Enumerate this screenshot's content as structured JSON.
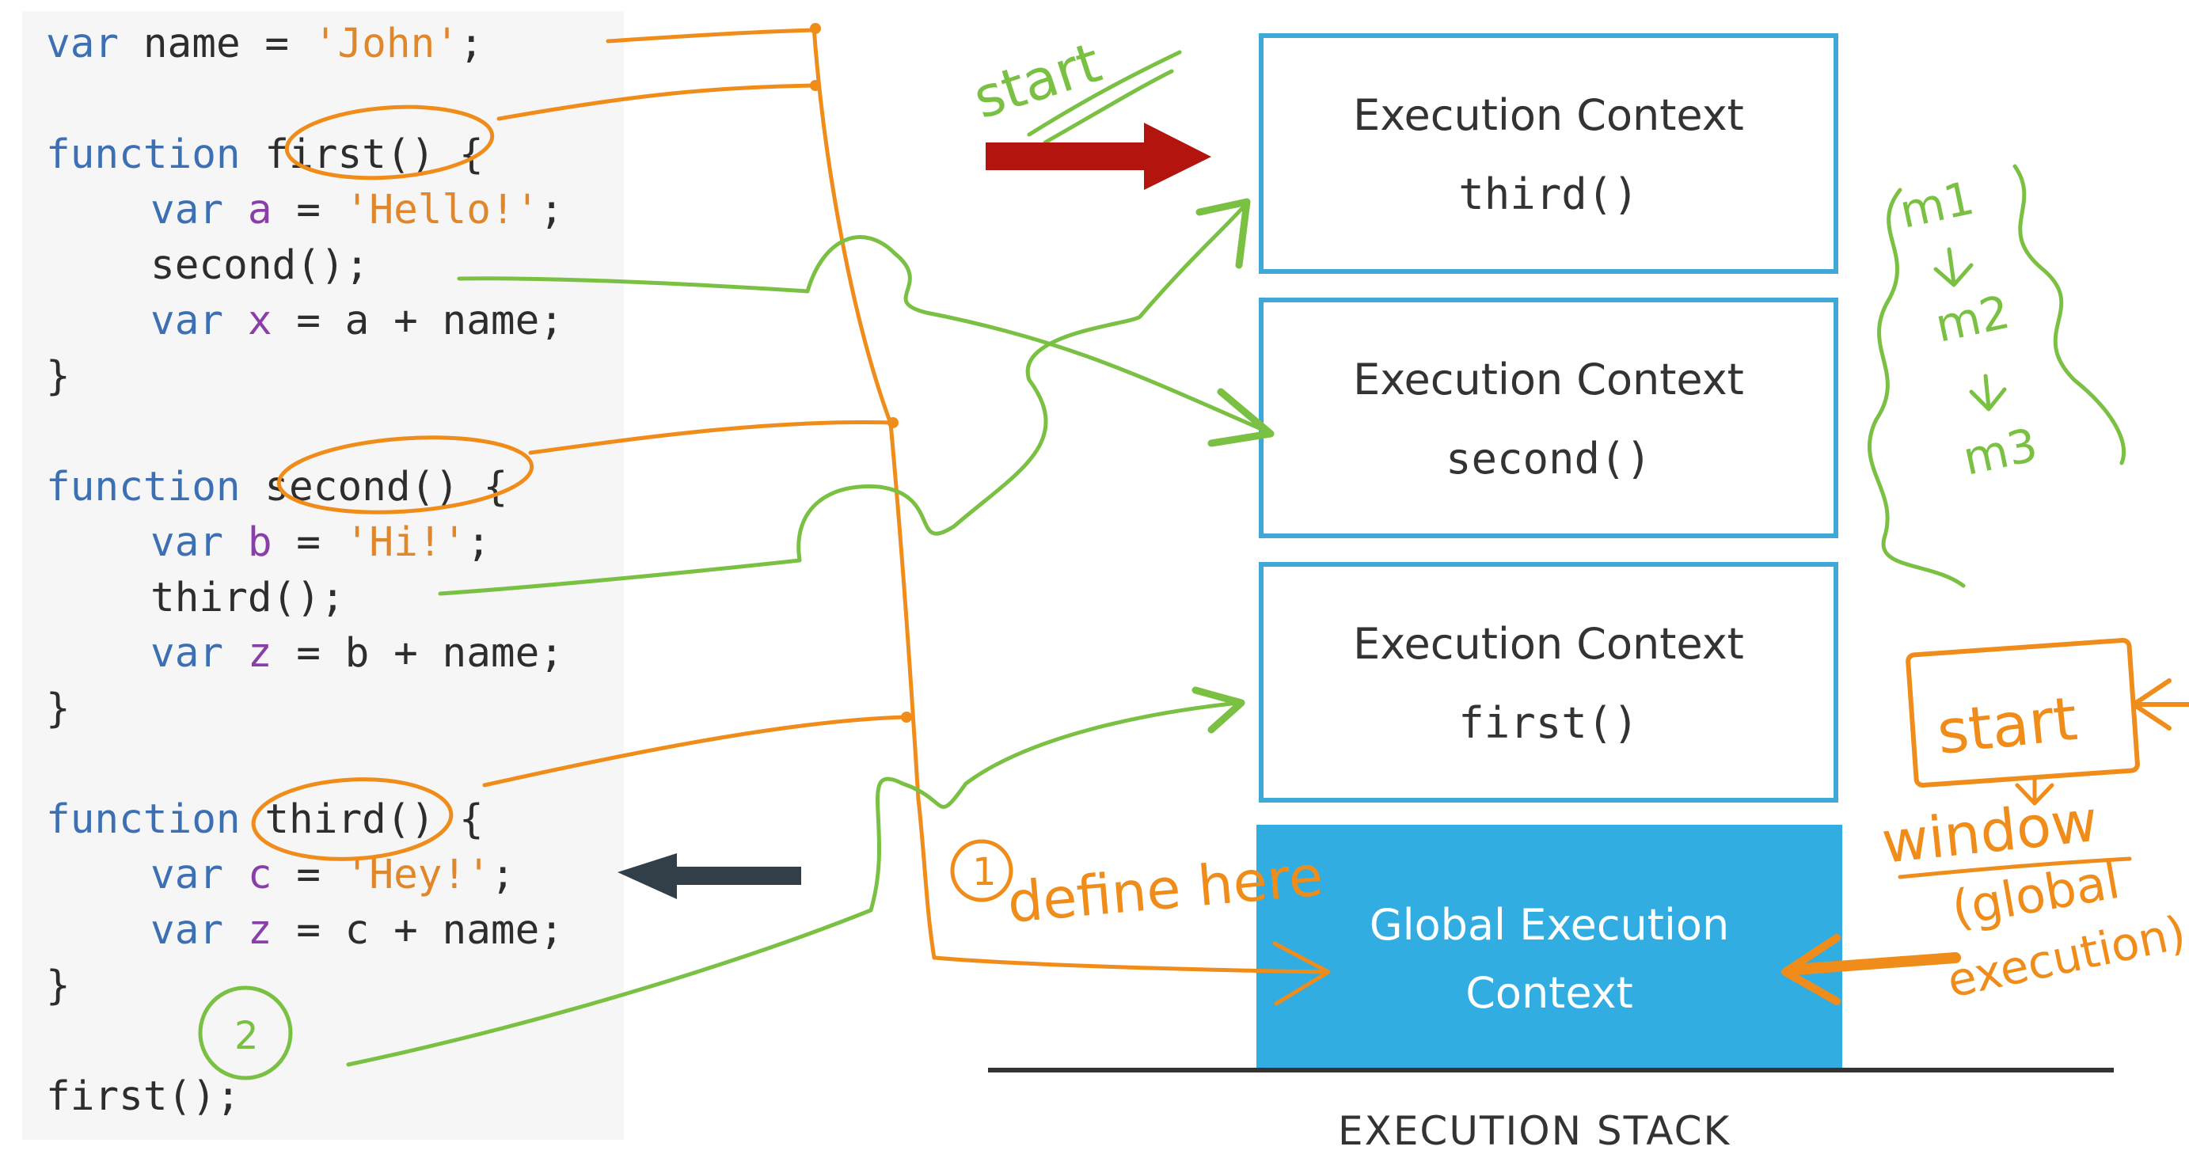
{
  "code": {
    "line1": {
      "kw": "var",
      "ident": " name = ",
      "str": "'John'",
      "end": ";"
    },
    "line2": {
      "kw": "function",
      "rest": " first() {"
    },
    "line3": {
      "kw": "var",
      "ident": "a",
      "eq": " = ",
      "str": "'Hello!'",
      "end": ";"
    },
    "line4": {
      "text": "second();"
    },
    "line5": {
      "kw": "var",
      "ident": "x",
      "rest": " = a + name;"
    },
    "line6": {
      "text": "}"
    },
    "line7": {
      "kw": "function",
      "rest": " second() {"
    },
    "line8": {
      "kw": "var",
      "ident": "b",
      "eq": " = ",
      "str": "'Hi!'",
      "end": ";"
    },
    "line9": {
      "text": "third();"
    },
    "line10": {
      "kw": "var",
      "ident": "z",
      "rest": " = b + name;"
    },
    "line11": {
      "text": "}"
    },
    "line12": {
      "kw": "function",
      "rest": " third() {"
    },
    "line13": {
      "kw": "var",
      "ident": "c",
      "eq": " = ",
      "str": "'Hey!'",
      "end": ";"
    },
    "line14": {
      "kw": "var",
      "ident": "z",
      "rest": " = c + name;"
    },
    "line15": {
      "text": "}"
    },
    "line16": {
      "text": "first();"
    }
  },
  "stack": {
    "contexts": [
      {
        "title": "Execution Context",
        "fn": "third()"
      },
      {
        "title": "Execution Context",
        "fn": "second()"
      },
      {
        "title": "Execution Context",
        "fn": "first()"
      }
    ],
    "global_line1": "Global Execution",
    "global_line2": "Context",
    "label": "EXECUTION STACK"
  },
  "annotations": {
    "start_top": "start",
    "m1": "m1",
    "m2": "m2",
    "m3": "m3",
    "circle_one": "1",
    "define_here": "define here",
    "circle_two": "2",
    "start_box": "start",
    "window": "window",
    "global_note_1": "(global",
    "global_note_2": "execution)"
  },
  "colors": {
    "annotation_orange": "#f08c1a",
    "annotation_green": "#7ac043",
    "start_arrow_red": "#b3140e",
    "stack_border": "#40a8d8",
    "global_fill": "#32ade1"
  }
}
